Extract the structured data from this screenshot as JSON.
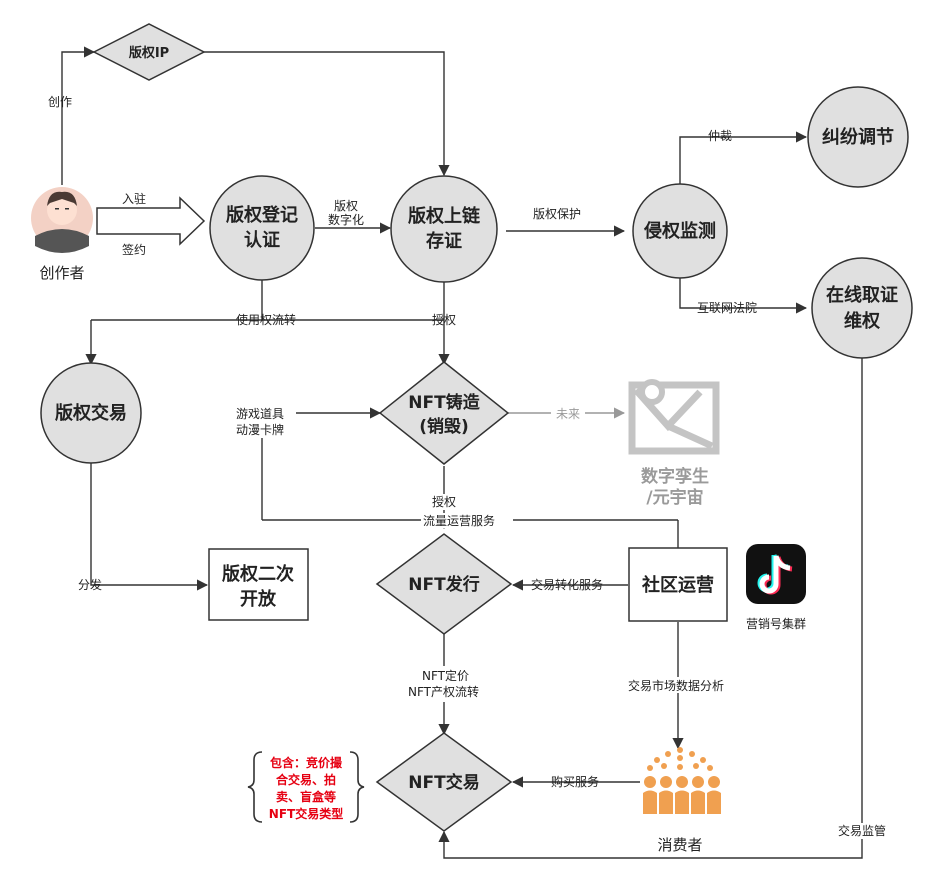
{
  "nodes": {
    "copyright_ip": "版权IP",
    "creator": "创作者",
    "register": [
      "版权登记",
      "认证"
    ],
    "onchain": [
      "版权上链",
      "存证"
    ],
    "monitor": "侵权监测",
    "dispute": "纠纷调节",
    "online_evidence": [
      "在线取证",
      "维权"
    ],
    "trade": "版权交易",
    "nft_mint": [
      "NFT铸造",
      "(销毁)"
    ],
    "digital_twin": [
      "数字孪生",
      "/元宇宙"
    ],
    "secondary": [
      "版权二次",
      "开放"
    ],
    "nft_issue": "NFT发行",
    "community": "社区运营",
    "marketing": "营销号集群",
    "nft_trade": "NFT交易",
    "consumer": "消费者",
    "note": [
      "包含：竞价撮",
      "合交易、拍",
      "卖、盲盒等",
      "NFT交易类型"
    ]
  },
  "edges": {
    "create": "创作",
    "enter": "入驻",
    "sign": "签约",
    "digitize": [
      "版权",
      "数字化"
    ],
    "protect": "版权保护",
    "arbitration": "仲裁",
    "court": "互联网法院",
    "usage_transfer": "使用权流转",
    "authorize1": "授权",
    "game_items": [
      "游戏道具",
      "动漫卡牌"
    ],
    "future": "未来",
    "authorize2": "授权",
    "traffic": "流量运营服务",
    "distribute": "分发",
    "trade_convert": "交易转化服务",
    "nft_price": [
      "NFT定价",
      "NFT产权流转"
    ],
    "market_analysis": "交易市场数据分析",
    "buy_service": "购买服务",
    "trade_supervise": "交易监管"
  },
  "colors": {
    "node_fill": "#e0e0e0",
    "stroke": "#333333",
    "note_red": "#e60012",
    "future_gray": "#9a9a9a",
    "consumer_orange": "#f0a050"
  }
}
